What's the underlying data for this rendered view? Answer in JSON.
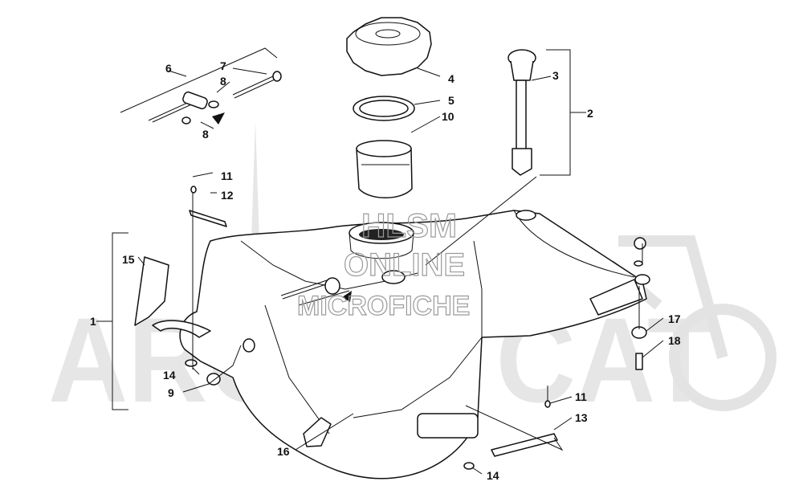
{
  "watermark": {
    "background_logo": "ARCTIC CAT",
    "line1": "HLSM",
    "line2": "ONLINE",
    "line3": "MICROFICHE"
  },
  "callouts": [
    {
      "id": "c1",
      "label": "1"
    },
    {
      "id": "c2",
      "label": "2"
    },
    {
      "id": "c3",
      "label": "3"
    },
    {
      "id": "c4",
      "label": "4"
    },
    {
      "id": "c5",
      "label": "5"
    },
    {
      "id": "c6",
      "label": "6"
    },
    {
      "id": "c7",
      "label": "7"
    },
    {
      "id": "c8a",
      "label": "8"
    },
    {
      "id": "c8b",
      "label": "8"
    },
    {
      "id": "c9",
      "label": "9"
    },
    {
      "id": "c10",
      "label": "10"
    },
    {
      "id": "c11a",
      "label": "11"
    },
    {
      "id": "c11b",
      "label": "11"
    },
    {
      "id": "c12",
      "label": "12"
    },
    {
      "id": "c13",
      "label": "13"
    },
    {
      "id": "c14a",
      "label": "14"
    },
    {
      "id": "c14b",
      "label": "14"
    },
    {
      "id": "c15",
      "label": "15"
    },
    {
      "id": "c16",
      "label": "16"
    },
    {
      "id": "c17",
      "label": "17"
    },
    {
      "id": "c18",
      "label": "18"
    }
  ]
}
